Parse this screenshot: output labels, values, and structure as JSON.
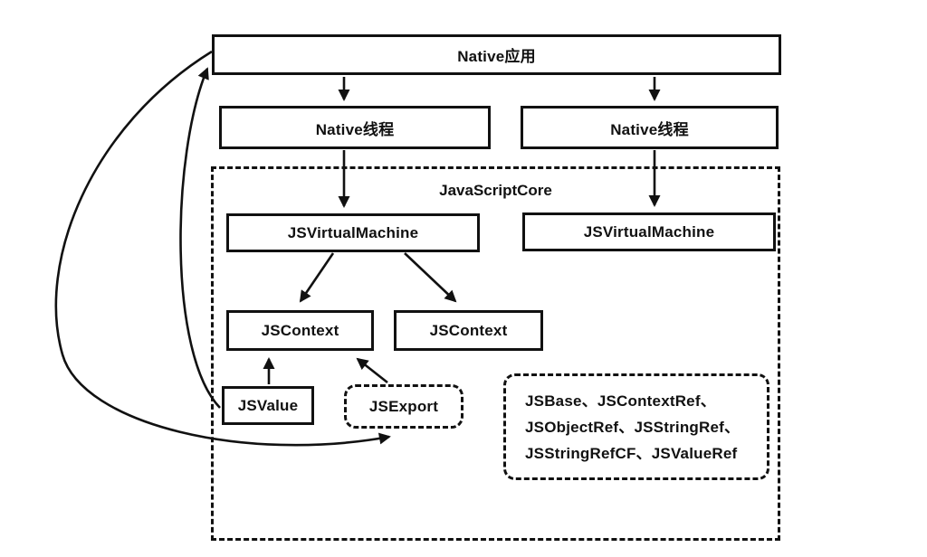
{
  "diagram": {
    "nodes": {
      "native_app": {
        "label": "Native应用"
      },
      "native_thread_left": {
        "label": "Native线程"
      },
      "native_thread_right": {
        "label": "Native线程"
      },
      "javascriptcore": {
        "label": "JavaScriptCore"
      },
      "jsvm_left": {
        "label": "JSVirtualMachine"
      },
      "jsvm_right": {
        "label": "JSVirtualMachine"
      },
      "jscontext_left": {
        "label": "JSContext"
      },
      "jscontext_right": {
        "label": "JSContext"
      },
      "jsvalue": {
        "label": "JSValue"
      },
      "jsexport": {
        "label": "JSExport"
      },
      "jsbase_group": {
        "line1": "JSBase、JSContextRef、",
        "line2": "JSObjectRef、JSStringRef、",
        "line3": "JSStringRefCF、JSValueRef"
      }
    },
    "edges": [
      {
        "from": "Native应用",
        "to": "Native线程 (left)",
        "style": "straight-arrow"
      },
      {
        "from": "Native应用",
        "to": "Native线程 (right)",
        "style": "straight-arrow"
      },
      {
        "from": "Native线程 (left)",
        "to": "JSVirtualMachine (left)",
        "style": "straight-arrow"
      },
      {
        "from": "Native线程 (right)",
        "to": "JSVirtualMachine (right)",
        "style": "straight-arrow"
      },
      {
        "from": "JSVirtualMachine (left)",
        "to": "JSContext (left)",
        "style": "diagonal-arrow"
      },
      {
        "from": "JSVirtualMachine (left)",
        "to": "JSContext (right)",
        "style": "diagonal-arrow"
      },
      {
        "from": "JSValue",
        "to": "JSContext (left)",
        "style": "straight-arrow"
      },
      {
        "from": "JSExport",
        "to": "JSContext (left)",
        "style": "diagonal-arrow"
      },
      {
        "from": "JSValue",
        "to": "Native应用",
        "style": "curved-arrow"
      },
      {
        "from": "Native应用",
        "to": "JSExport",
        "style": "curved-arrow"
      }
    ],
    "colors": {
      "stroke": "#111111",
      "text": "#111111",
      "box_fill": "#ffffff",
      "background": "#ffffff"
    }
  }
}
